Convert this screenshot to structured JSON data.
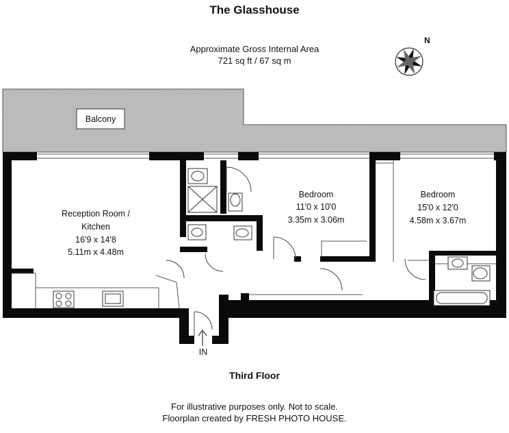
{
  "title": "The Glasshouse",
  "area": {
    "label": "Approximate Gross Internal Area",
    "value": "721 sq ft / 67 sq m"
  },
  "compass": {
    "north_label": "N"
  },
  "rooms": {
    "balcony": {
      "name": "Balcony"
    },
    "reception": {
      "name_line1": "Reception Room /",
      "name_line2": "Kitchen",
      "imperial": "16'9 x 14'8",
      "metric": "5.11m x 4.48m"
    },
    "bedroom1": {
      "name": "Bedroom",
      "imperial": "11'0 x 10'0",
      "metric": "3.35m x 3.06m"
    },
    "bedroom2": {
      "name": "Bedroom",
      "imperial": "15'0 x 12'0",
      "metric": "4.58m x 3.67m"
    }
  },
  "entrance": {
    "label": "IN"
  },
  "floor": {
    "label": "Third Floor"
  },
  "footer": {
    "line1": "For illustrative purposes only. Not to scale.",
    "line2": "Floorplan created by FRESH PHOTO HOUSE."
  }
}
